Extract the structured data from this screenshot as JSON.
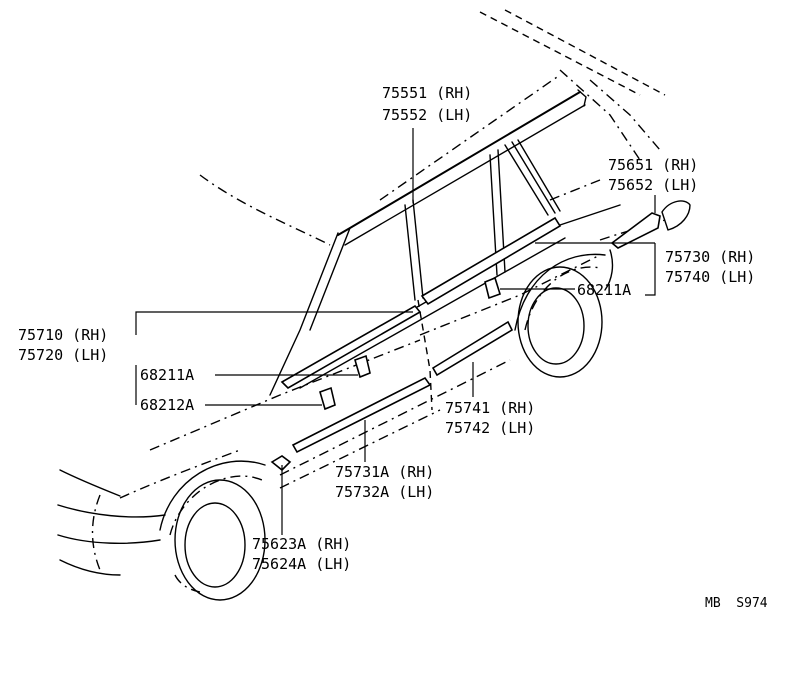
{
  "diagram": {
    "callouts": {
      "roof_molding": [
        "75551 (RH)",
        "75552 (LH)"
      ],
      "quarter_molding": [
        "75651 (RH)",
        "75652 (LH)"
      ],
      "rear_belt_molding": [
        "75730 (RH)",
        "75740 (LH)"
      ],
      "clip_rear": "68211A",
      "front_belt_molding": [
        "75710 (RH)",
        "75720 (LH)"
      ],
      "clip_front_upper": "68211A",
      "clip_front_lower": "68212A",
      "rear_door_side_molding": [
        "75741 (RH)",
        "75742 (LH)"
      ],
      "front_door_side_molding": [
        "75731A (RH)",
        "75732A (LH)"
      ],
      "fender_molding": [
        "75623A (RH)",
        "75624A (LH)"
      ]
    },
    "drawing_code": "MB  S974"
  }
}
